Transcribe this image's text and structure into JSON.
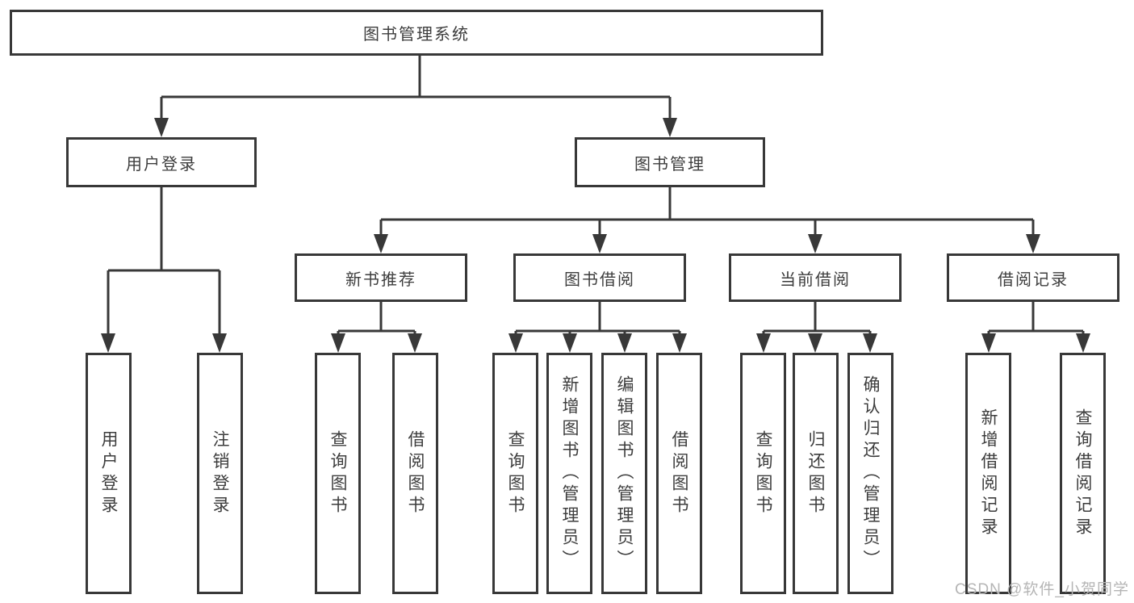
{
  "diagram": {
    "root": {
      "label": "图书管理系统"
    },
    "level2": [
      {
        "label": "用户登录"
      },
      {
        "label": "图书管理"
      }
    ],
    "level3": [
      {
        "label": "新书推荐",
        "parent": "图书管理"
      },
      {
        "label": "图书借阅",
        "parent": "图书管理"
      },
      {
        "label": "当前借阅",
        "parent": "图书管理"
      },
      {
        "label": "借阅记录",
        "parent": "图书管理"
      }
    ],
    "leaves": [
      {
        "label": "用户登录",
        "parent": "用户登录"
      },
      {
        "label": "注销登录",
        "parent": "用户登录"
      },
      {
        "label": "查询图书",
        "parent": "新书推荐"
      },
      {
        "label": "借阅图书",
        "parent": "新书推荐"
      },
      {
        "label": "查询图书",
        "parent": "图书借阅"
      },
      {
        "label": "新增图书（管理员）",
        "parent": "图书借阅"
      },
      {
        "label": "编辑图书（管理员）",
        "parent": "图书借阅"
      },
      {
        "label": "借阅图书",
        "parent": "图书借阅"
      },
      {
        "label": "查询图书",
        "parent": "当前借阅"
      },
      {
        "label": "归还图书",
        "parent": "当前借阅"
      },
      {
        "label": "确认归还（管理员）",
        "parent": "当前借阅"
      },
      {
        "label": "新增借阅记录",
        "parent": "借阅记录"
      },
      {
        "label": "查询借阅记录",
        "parent": "借阅记录"
      }
    ],
    "watermark": "CSDN @软件_小贺同学",
    "colors": {
      "line": "#383838",
      "text": "#3d3d3d",
      "watermark_text": "#b5b5b5",
      "background": "#ffffff"
    }
  }
}
